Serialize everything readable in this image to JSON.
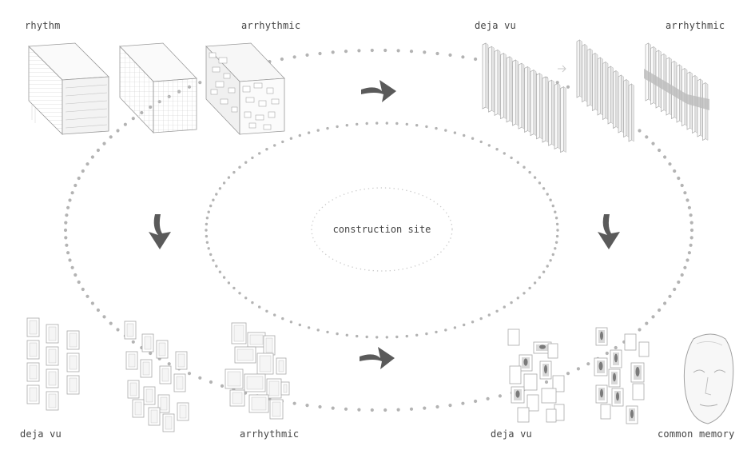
{
  "labels": {
    "rhythm": "rhythm",
    "arrhythmic_top_left": "arrhythmic",
    "deja_vu_top_right": "deja vu",
    "arrhythmic_top_right": "arrhythmic",
    "deja_vu_bottom_left": "deja vu",
    "arrhythmic_bottom_left": "arrhythmic",
    "deja_vu_bottom_right": "deja vu",
    "common_memory": "common memory",
    "center": "construction site"
  },
  "colors": {
    "dots": "#b3b3b3",
    "arrow": "#5a5a5a",
    "line": "#9a9a9a",
    "text": "#444444"
  }
}
